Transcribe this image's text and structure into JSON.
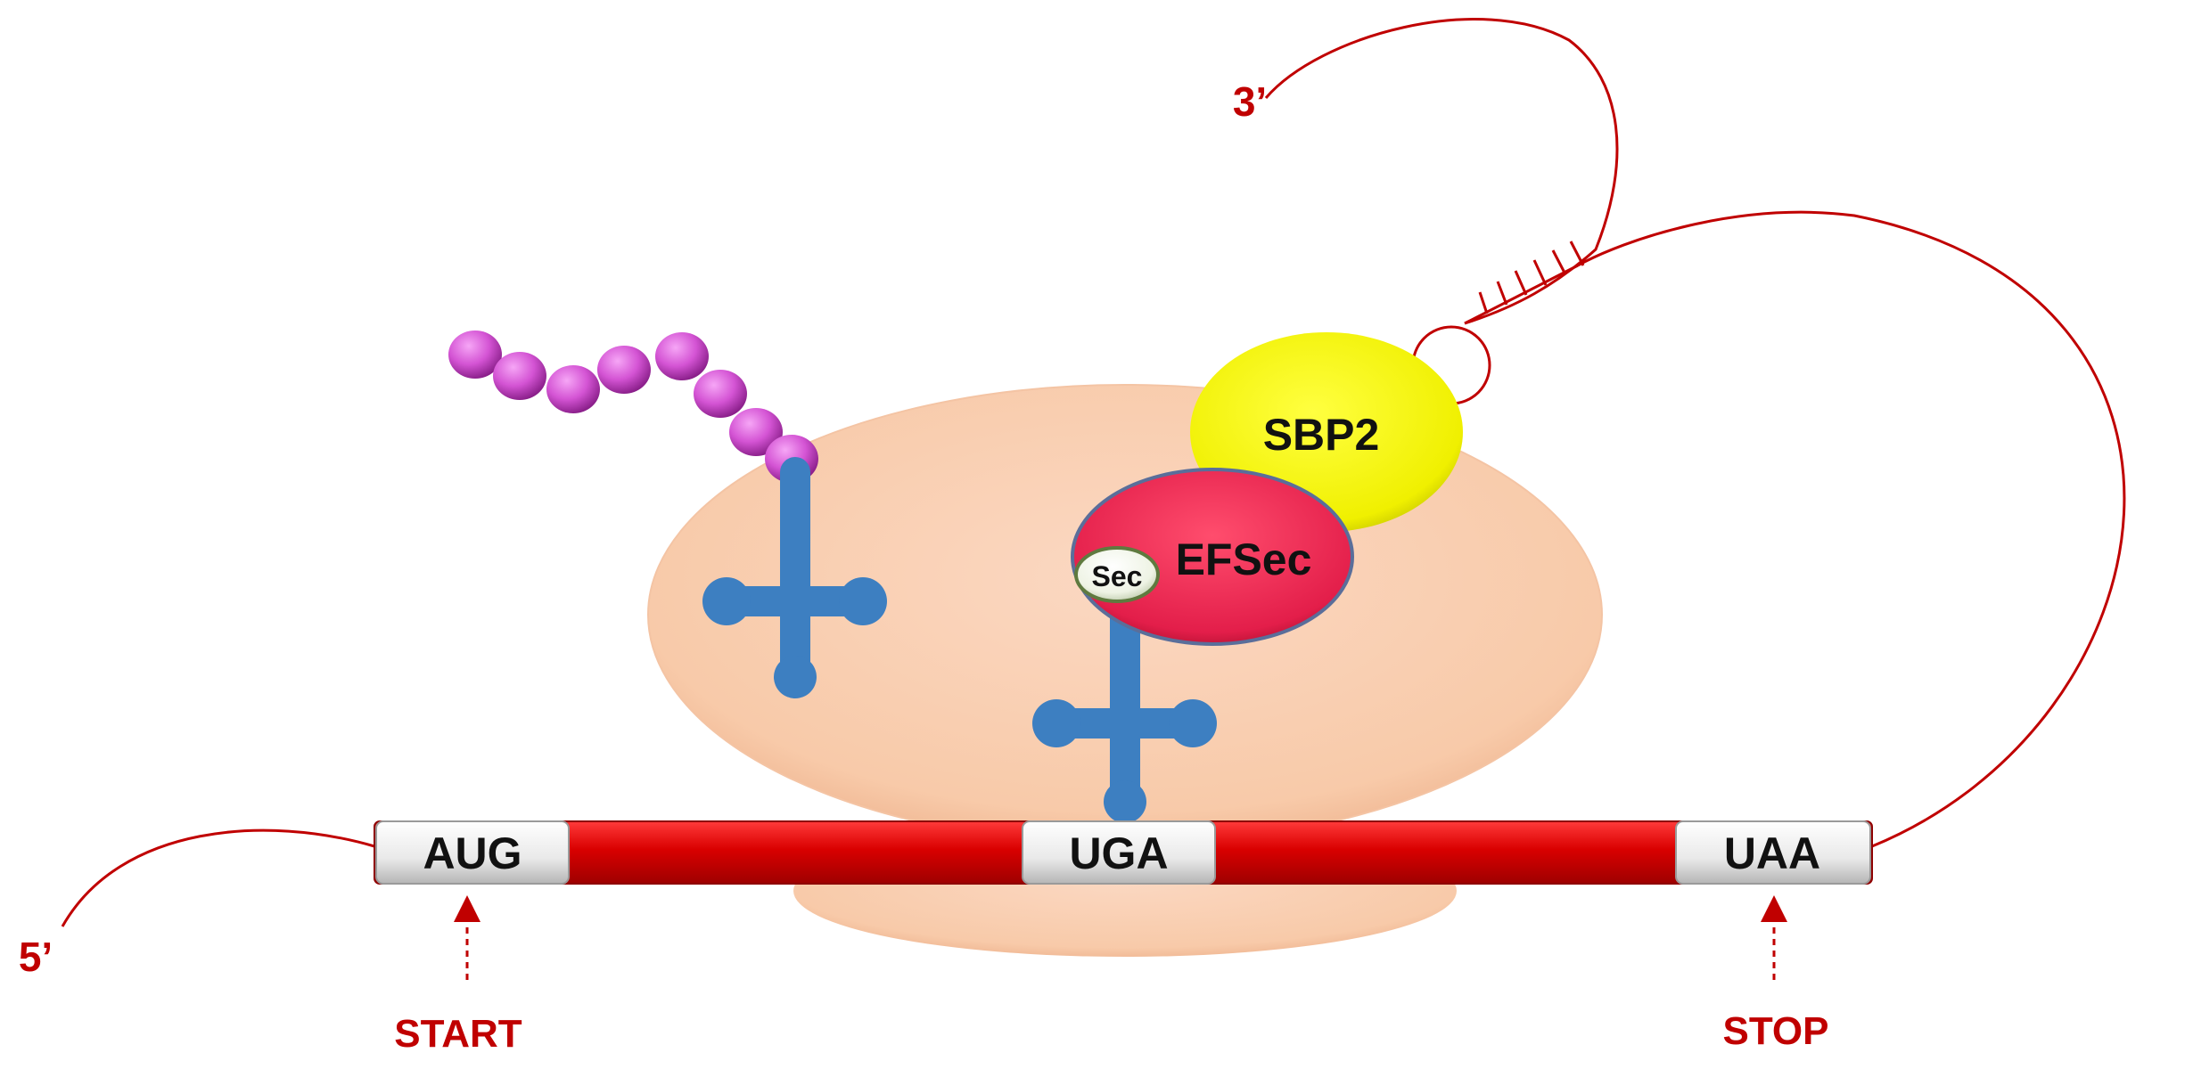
{
  "labels": {
    "five_prime": "5’",
    "three_prime": "3’",
    "start": "START",
    "stop": "STOP",
    "sbp2": "SBP2",
    "efsec": "EFSec",
    "sec": "Sec"
  },
  "codons": [
    "AUG",
    "UGA",
    "UAA"
  ],
  "colors": {
    "mrna": "#d90000",
    "annotation": "#c00000",
    "ribosome": "#f8cbad",
    "trna": "#3d7fc1",
    "peptide_bead": "#cc44cc",
    "sbp2": "#f2f200",
    "efsec": "#e8204e",
    "sec": "#eaf0e0"
  }
}
